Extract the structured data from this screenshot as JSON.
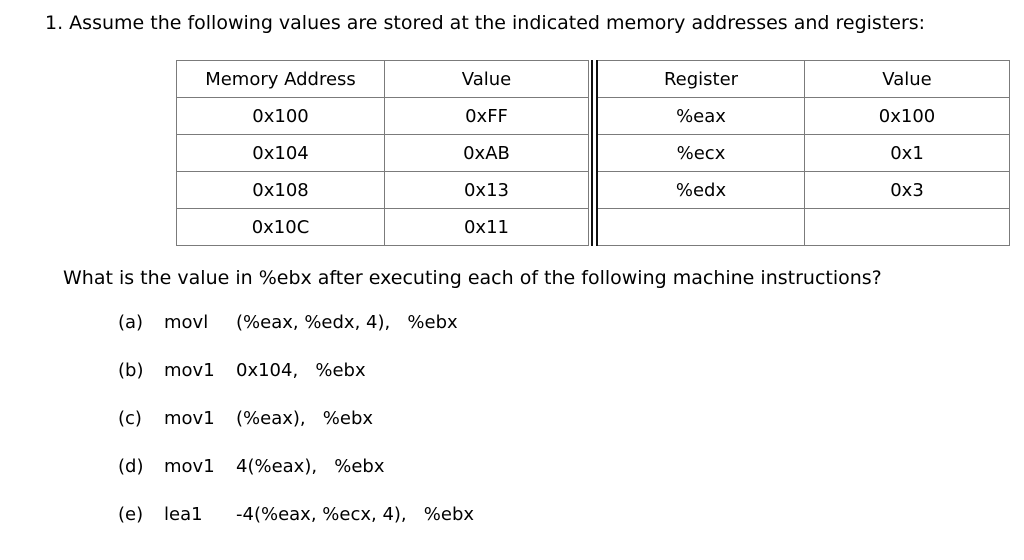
{
  "question": {
    "number": "1.",
    "heading": "1. Assume the following values are stored at the indicated memory addresses and registers:",
    "prompt": "What is the value in %ebx after executing each of the following machine instructions?"
  },
  "memory_table": {
    "headers": [
      "Memory Address",
      "Value"
    ],
    "rows": [
      [
        "0x100",
        "0xFF"
      ],
      [
        "0x104",
        "0xAB"
      ],
      [
        "0x108",
        "0x13"
      ],
      [
        "0x10C",
        "0x11"
      ]
    ]
  },
  "register_table": {
    "headers": [
      "Register",
      "Value"
    ],
    "rows": [
      [
        "%eax",
        "0x100"
      ],
      [
        "%ecx",
        "0x1"
      ],
      [
        "%edx",
        "0x3"
      ],
      [
        "",
        ""
      ]
    ]
  },
  "instructions": [
    {
      "label": "(a)",
      "mnemonic": "movl",
      "operands": "(%eax, %edx, 4),   %ebx"
    },
    {
      "label": "(b)",
      "mnemonic": "mov1",
      "operands": "0x104,   %ebx"
    },
    {
      "label": "(c)",
      "mnemonic": "mov1",
      "operands": "(%eax),   %ebx"
    },
    {
      "label": "(d)",
      "mnemonic": "mov1",
      "operands": "4(%eax),   %ebx"
    },
    {
      "label": "(e)",
      "mnemonic": "lea1",
      "operands": "-4(%eax, %ecx, 4),   %ebx"
    }
  ],
  "colors": {
    "page_background": "#ffffff",
    "text": "#000000",
    "table_border": "#7b7b7b",
    "table_frame": "#4a4a4a",
    "divider": "#111111"
  }
}
